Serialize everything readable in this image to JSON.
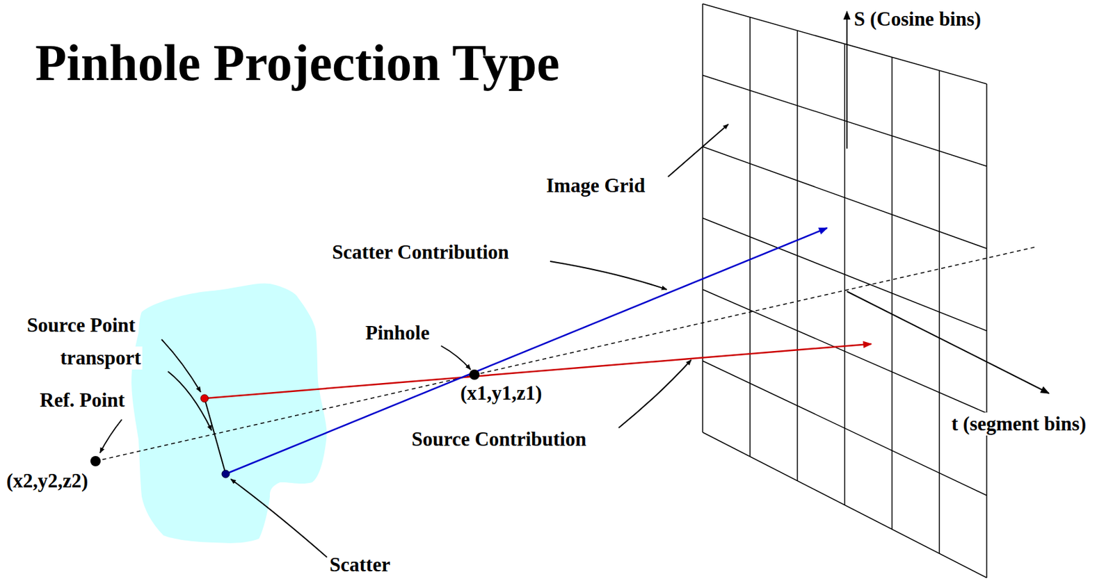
{
  "diagram": {
    "title": "Pinhole Projection Type",
    "labels": [
      "S (Cosine bins)",
      "Image Grid",
      "Scatter Contribution",
      "Source Point",
      "transport",
      "Ref. Point",
      "Pinhole",
      "(x1,y1,z1)",
      "(x2,y2,z2)",
      "Source Contribution",
      "t (segment bins)",
      "Scatter"
    ]
  }
}
